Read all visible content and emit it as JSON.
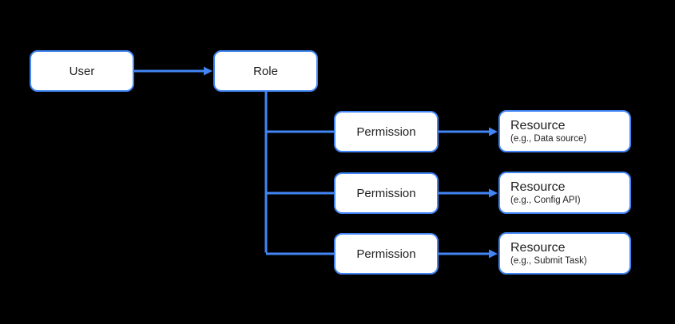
{
  "diagram": {
    "background_color": "#000000",
    "accent_color": "#4285f4",
    "box_fill_color": "#ffffff",
    "text_color": "#1f1f1f",
    "nodes": {
      "user": {
        "label": "User"
      },
      "role": {
        "label": "Role"
      },
      "permissions": [
        {
          "label": "Permission"
        },
        {
          "label": "Permission"
        },
        {
          "label": "Permission"
        }
      ],
      "resources": [
        {
          "title": "Resource",
          "subtitle": "(e.g., Data source)"
        },
        {
          "title": "Resource",
          "subtitle": "(e.g., Config API)"
        },
        {
          "title": "Resource",
          "subtitle": "(e.g., Submit Task)"
        }
      ]
    },
    "edges": [
      "user -> role",
      "role -> permission-1",
      "role -> permission-2",
      "role -> permission-3",
      "permission-1 -> resource-1",
      "permission-2 -> resource-2",
      "permission-3 -> resource-3"
    ]
  }
}
